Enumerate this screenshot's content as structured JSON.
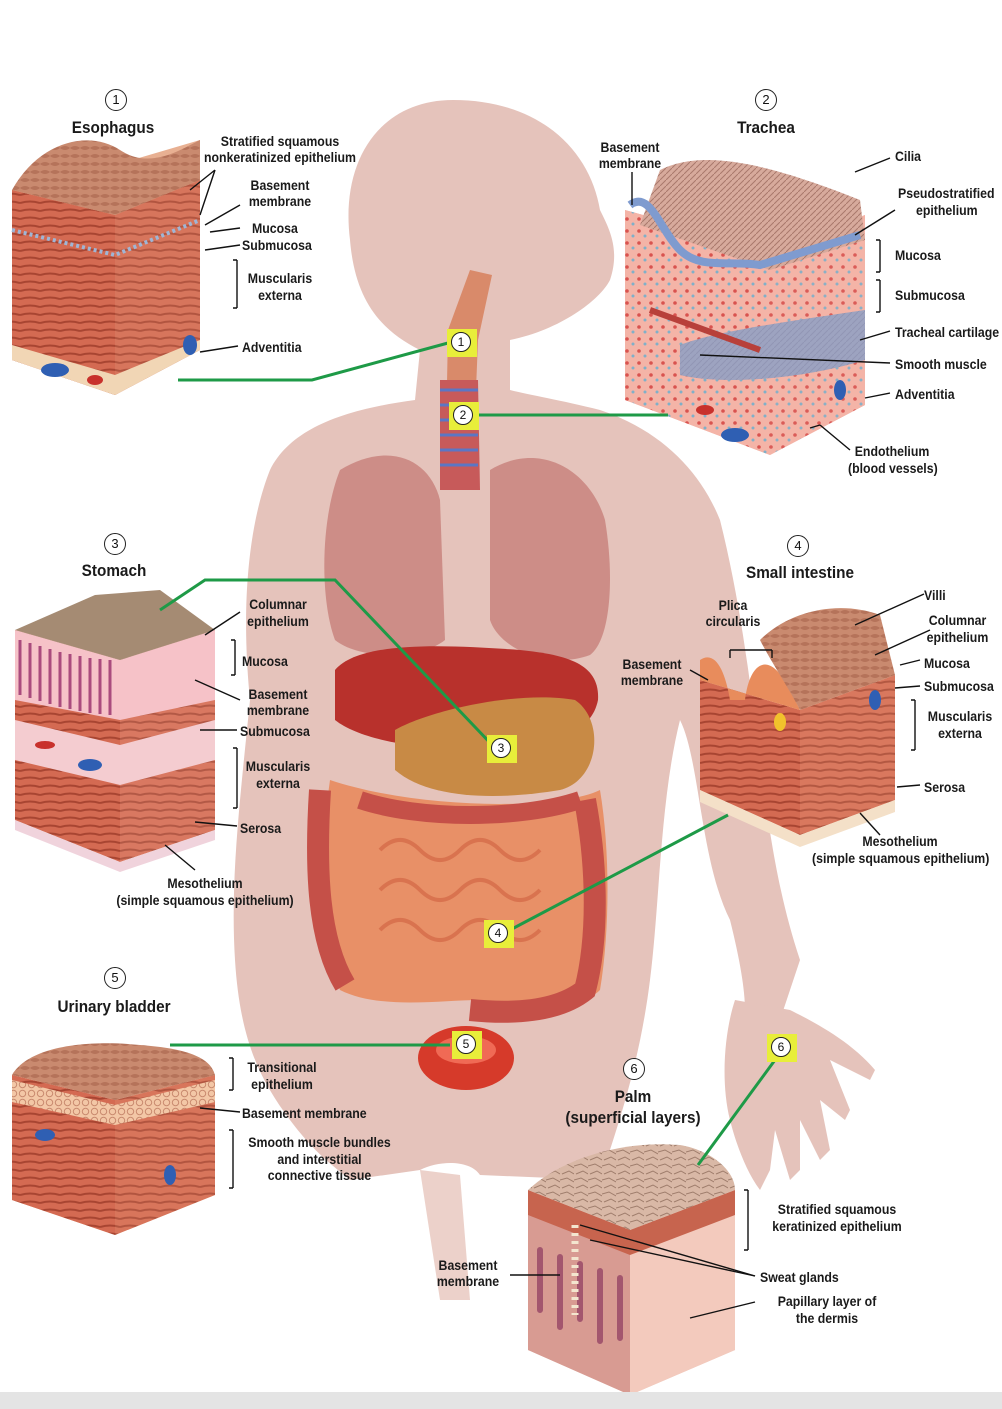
{
  "colors": {
    "silhouette": "#e5c3bb",
    "leader_line": "#1e9a47",
    "marker_fill": "#e8ee3a",
    "tissue_pink": "#e89b86",
    "tissue_dark": "#b8503a",
    "cartilage_blue": "#8aa0cc"
  },
  "panels": {
    "esophagus": {
      "number": "1",
      "title": "Esophagus",
      "labels": {
        "epithelium_1": "Stratified squamous",
        "epithelium_2": "nonkeratinized epithelium",
        "basement_1": "Basement",
        "basement_2": "membrane",
        "mucosa": "Mucosa",
        "submucosa": "Submucosa",
        "muscularis_1": "Muscularis",
        "muscularis_2": "externa",
        "adventitia": "Adventitia"
      }
    },
    "trachea": {
      "number": "2",
      "title": "Trachea",
      "labels": {
        "basement_1": "Basement",
        "basement_2": "membrane",
        "cilia": "Cilia",
        "pseudo_1": "Pseudostratified",
        "pseudo_2": "epithelium",
        "mucosa": "Mucosa",
        "submucosa": "Submucosa",
        "cartilage": "Tracheal cartilage",
        "smooth_muscle": "Smooth muscle",
        "adventitia": "Adventitia",
        "endothelium_1": "Endothelium",
        "endothelium_2": "(blood vessels)"
      }
    },
    "stomach": {
      "number": "3",
      "title": "Stomach",
      "labels": {
        "columnar_1": "Columnar",
        "columnar_2": "epithelium",
        "mucosa": "Mucosa",
        "basement_1": "Basement",
        "basement_2": "membrane",
        "submucosa": "Submucosa",
        "muscularis_1": "Muscularis",
        "muscularis_2": "externa",
        "serosa": "Serosa",
        "meso_1": "Mesothelium",
        "meso_2": "(simple squamous epithelium)"
      }
    },
    "small_intestine": {
      "number": "4",
      "title": "Small intestine",
      "labels": {
        "villi": "Villi",
        "plica_1": "Plica",
        "plica_2": "circularis",
        "columnar_1": "Columnar",
        "columnar_2": "epithelium",
        "basement_1": "Basement",
        "basement_2": "membrane",
        "mucosa": "Mucosa",
        "submucosa": "Submucosa",
        "muscularis_1": "Muscularis",
        "muscularis_2": "externa",
        "serosa": "Serosa",
        "meso_1": "Mesothelium",
        "meso_2": "(simple squamous epithelium)"
      }
    },
    "urinary_bladder": {
      "number": "5",
      "title": "Urinary bladder",
      "labels": {
        "transitional_1": "Transitional",
        "transitional_2": "epithelium",
        "basement": "Basement membrane",
        "smooth_1": "Smooth muscle bundles",
        "smooth_2": "and interstitial",
        "smooth_3": "connective tissue"
      }
    },
    "palm": {
      "number": "6",
      "title_1": "Palm",
      "title_2": "(superficial layers)",
      "labels": {
        "strat_1": "Stratified squamous",
        "strat_2": "keratinized epithelium",
        "basement_1": "Basement",
        "basement_2": "membrane",
        "sweat": "Sweat glands",
        "papillary_1": "Papillary layer of",
        "papillary_2": "the dermis"
      }
    }
  },
  "body_markers": [
    "1",
    "2",
    "3",
    "4",
    "5",
    "6"
  ]
}
